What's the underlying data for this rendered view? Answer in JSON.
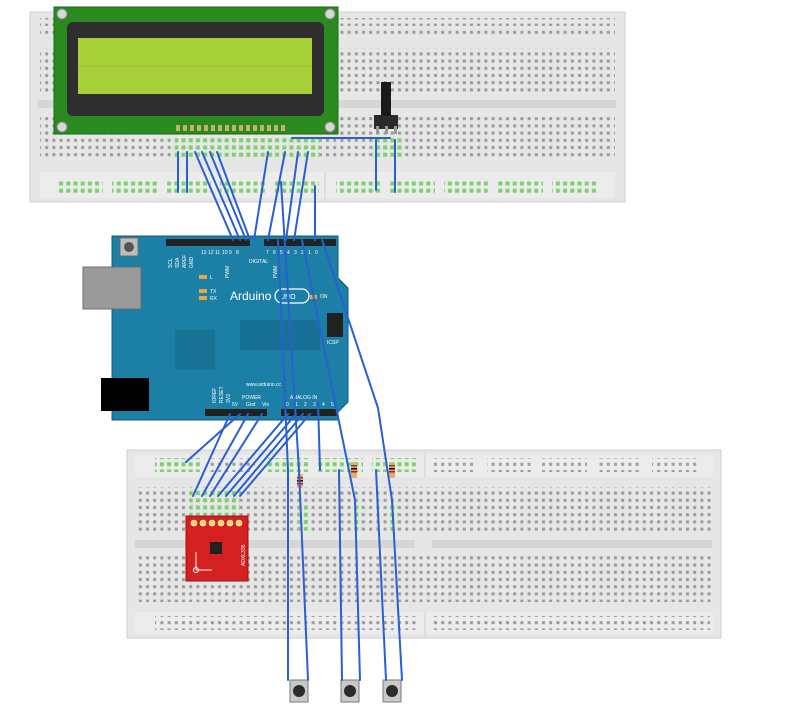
{
  "arduino": {
    "brand": "Arduino",
    "model": "UNO",
    "website": "www.arduino.cc",
    "labels": {
      "digital": "DIGITAL",
      "pwm": "PWM",
      "power": "POWER",
      "analog_in": "ANALOG IN",
      "icsp": "ICSP",
      "on": "ON",
      "tx": "TX",
      "rx": "RX",
      "l": "L",
      "scl": "SCL",
      "sda": "SDA",
      "aref": "AREF",
      "gnd": "GND",
      "ioref": "IOREF",
      "reset": "RESET",
      "v33": "3V3",
      "v5": "5V",
      "gnd2": "Gnd",
      "vin": "Vin"
    },
    "digital_pins": [
      "13",
      "12",
      "11",
      "10",
      "9",
      "8",
      "7",
      "6",
      "5",
      "4",
      "3",
      "2",
      "1",
      "0"
    ],
    "analog_pins": [
      "0",
      "1",
      "2",
      "3",
      "4",
      "5"
    ]
  },
  "sensor": {
    "label": "ADXL335"
  },
  "colors": {
    "board": "#1b7fa6",
    "board_dark": "#15698c",
    "wire": "#2a5fcf",
    "breadboard": "#e6e6e6",
    "hole_green": "#7dd16d",
    "lcd_pcb": "#2a8a1f",
    "lcd_screen": "#a8d038",
    "sensor_pcb": "#d42020"
  }
}
